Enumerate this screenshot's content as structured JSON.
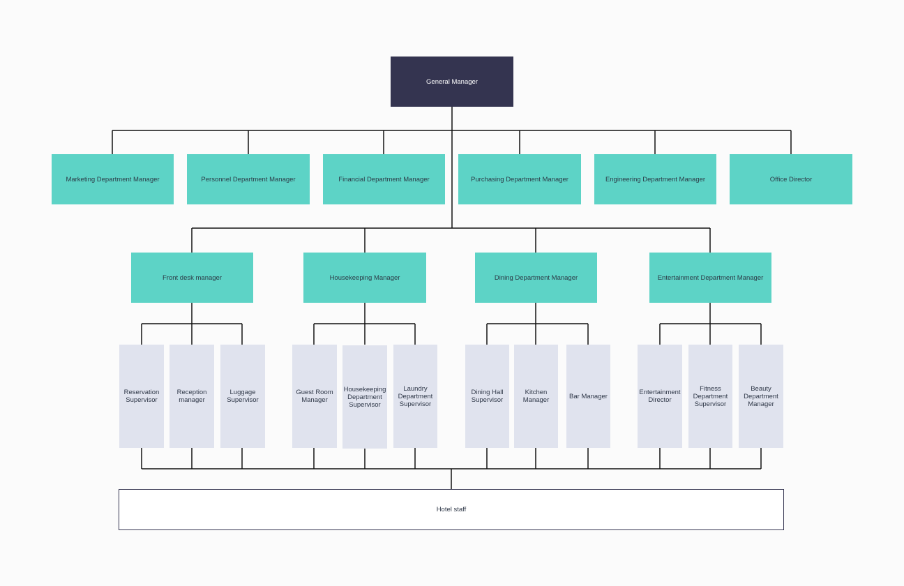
{
  "colors": {
    "top": "#343450",
    "department": "#5dd3c6",
    "supervisor": "#e0e3ee",
    "line": "#111111"
  },
  "root": "General Manager",
  "row1": [
    "Marketing Department Manager",
    "Personnel Department Manager",
    "Financial Department Manager",
    "Purchasing Department Manager",
    "Engineering Department Manager",
    "Office Director"
  ],
  "row2": [
    "Front desk manager",
    "Housekeeping Manager",
    "Dining Department Manager",
    "Entertainment Department Manager"
  ],
  "row3": [
    "Reservation\nSupervisor",
    "Reception\nmanager",
    "Luggage\nSupervisor",
    "Guest Room\nManager",
    "Housekeeping\nDepartment\nSupervisor",
    "Laundry\nDepartment\nSupervisor",
    "Dining Hall\nSupervisor",
    "Kitchen\nManager",
    "Bar Manager",
    "Entertainment\nDirector",
    "Fitness\nDepartment\nSupervisor",
    "Beauty\nDepartment\nManager"
  ],
  "staff": "Hotel staff"
}
